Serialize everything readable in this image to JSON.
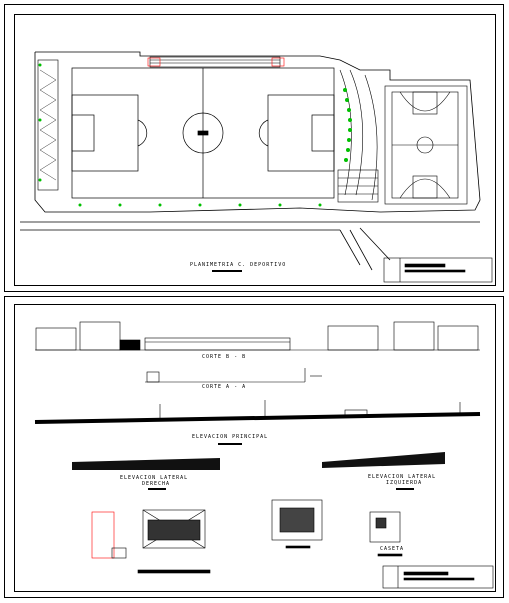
{
  "sheet": {
    "top_plan_title": "PLANIMETRIA C. DEPORTIVO",
    "section_b_title": "CORTE B - B",
    "section_a_title": "CORTE A - A",
    "main_elevation_title": "ELEVACION PRINCIPAL",
    "right_elevation_title_1": "ELEVACION LATERAL",
    "right_elevation_title_2": "DERECHA",
    "left_elevation_title_1": "ELEVACION LATERAL",
    "left_elevation_title_2": "IZQUIERDA",
    "detail_title": "CASETA"
  },
  "colors": {
    "line": "#000000",
    "accent": "#00c000",
    "highlight": "#ff0000",
    "fill_dark": "#111111"
  }
}
